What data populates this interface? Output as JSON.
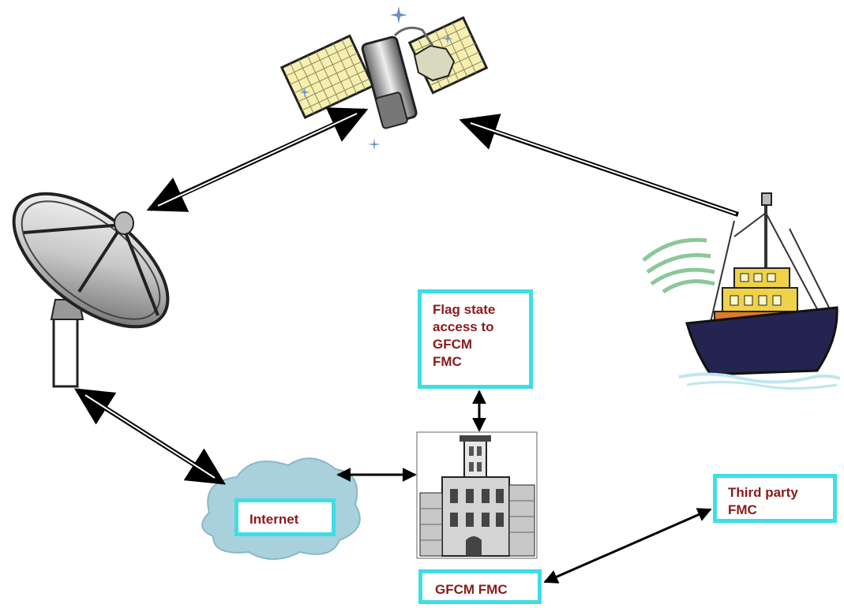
{
  "labels": {
    "flag_state": [
      "Flag state",
      "access to",
      "GFCM",
      "FMC"
    ],
    "internet": "Internet",
    "gfcm_fmc": "GFCM FMC",
    "third_party": [
      "Third party",
      "FMC"
    ]
  },
  "colors": {
    "box_border": "#3fdde6",
    "label_text": "#8b1a1a",
    "arrow": "#000000",
    "cloud": "#a8d1dc",
    "ship_hull": "#23244f",
    "panel": "#f6efb0"
  },
  "icons": [
    "satellite-icon",
    "satellite-dish-icon",
    "fishing-vessel-icon",
    "cloud-icon",
    "building-icon"
  ]
}
